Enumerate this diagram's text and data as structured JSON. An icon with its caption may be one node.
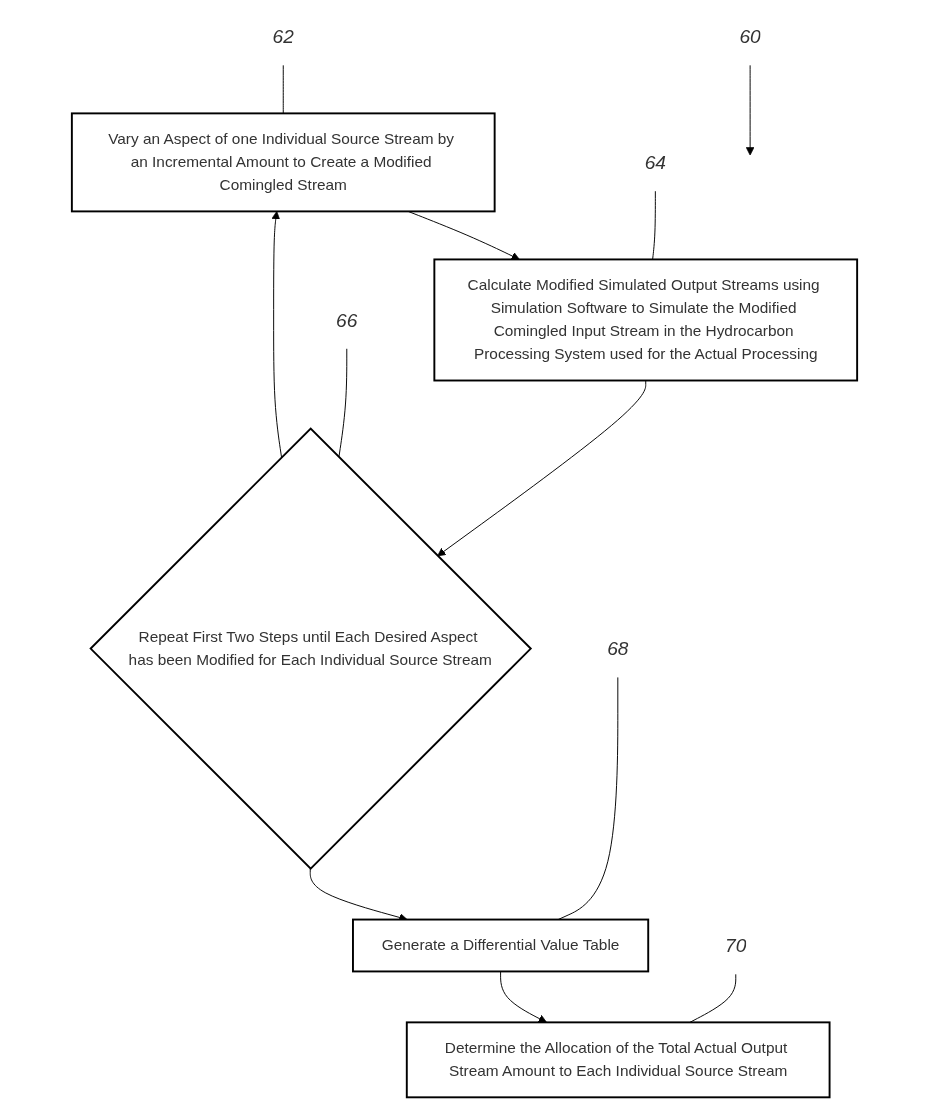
{
  "diagram": {
    "nodes": [
      {
        "text": [
          "60"
        ]
      },
      {
        "text": [
          "62"
        ]
      },
      {
        "text": [
          "Vary an Aspect of one Individual Source Stream by an Incremental Amount to Create a Modified Comingled Stream"
        ]
      },
      {
        "text": [
          "64"
        ]
      },
      {
        "text": [
          "Calculate Modified Simulated Output Streams using Simulation Software to Simulate the Modified Comingled Input Stream in the Hydrocarbon Processing System used for the Actual Processing"
        ]
      },
      {
        "text": [
          "66"
        ]
      },
      {
        "text": [
          "Repeat First Two Steps until Each Desired Aspect has been Modified for Each Individual Source Stream"
        ]
      },
      {
        "text": [
          "68"
        ]
      },
      {
        "text": [
          "Generate a Differential Value Table"
        ]
      },
      {
        "text": [
          "70"
        ]
      },
      {
        "text": [
          "Determine the Allocation of the Total Actual Output Stream Amount to Each Individual Source Stream"
        ]
      }
    ],
    "edges": [
      {
        "from": 0,
        "to": null,
        "arrow": "to"
      },
      {
        "from": 1,
        "to": 2,
        "arrow": "none"
      },
      {
        "from": 2,
        "to": 4,
        "arrow": "to"
      },
      {
        "from": 3,
        "to": 4,
        "arrow": "none"
      },
      {
        "from": 4,
        "to": 6,
        "arrow": "to"
      },
      {
        "from": 5,
        "to": 6,
        "arrow": "none"
      },
      {
        "from": 6,
        "to": 2,
        "arrow": "to"
      },
      {
        "from": 6,
        "to": 8,
        "arrow": "to"
      },
      {
        "from": 7,
        "to": 8,
        "arrow": "none"
      },
      {
        "from": 8,
        "to": 10,
        "arrow": "to"
      },
      {
        "from": 9,
        "to": 10,
        "arrow": "none"
      }
    ]
  }
}
